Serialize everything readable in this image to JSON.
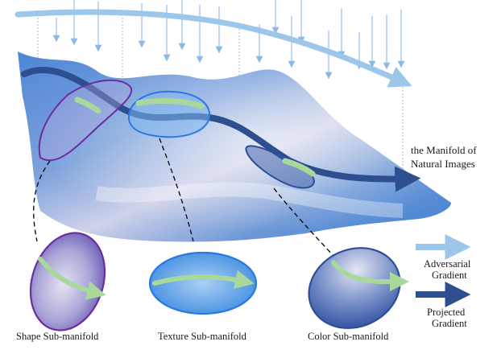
{
  "manifold": {
    "label_line1": "the Manifold of",
    "label_line2": "Natural Images"
  },
  "submanifolds": [
    {
      "id": "shape",
      "label": "Shape Sub-manifold",
      "color": "#6a2fa0"
    },
    {
      "id": "texture",
      "label": "Texture Sub-manifold",
      "color": "#2a78e0"
    },
    {
      "id": "color",
      "label": "Color Sub-manifold",
      "color": "#2c4f96"
    }
  ],
  "legend": {
    "adversarial_line1": "Adversarial",
    "adversarial_line2": "Gradient",
    "adversarial_color": "#9cc6ea",
    "projected_line1": "Projected",
    "projected_line2": "Gradient",
    "projected_color": "#2d4f8f"
  },
  "colors": {
    "surface_light": "#dfe4f2",
    "surface_mid": "#6f9fd8",
    "surface_deep": "#3a78d0",
    "green_path": "#a8d89a",
    "arrow_down": "#8fb8e6"
  }
}
